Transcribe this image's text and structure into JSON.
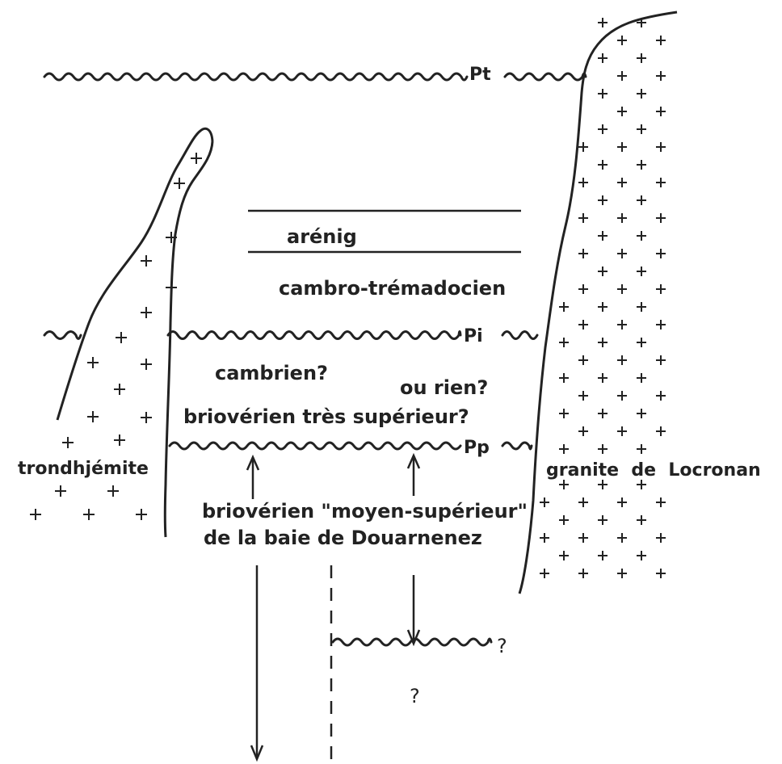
{
  "labels": {
    "pt": "Pt",
    "pi": "Pi",
    "pp": "Pp",
    "arenig": "arénig",
    "cambro": "cambro-trémadocien",
    "cambrien": "cambrien?",
    "ou_rien": "ou rien?",
    "brioverien_tres": "briovérien très supérieur?",
    "trondhjemite": "trondhjémite",
    "granite": "granite  de  Locronan",
    "brioverien_moyen": "briovérien \"moyen-supérieur\"",
    "baie": "de la baie de Douarnenez",
    "q1": "?",
    "q2": "?"
  }
}
